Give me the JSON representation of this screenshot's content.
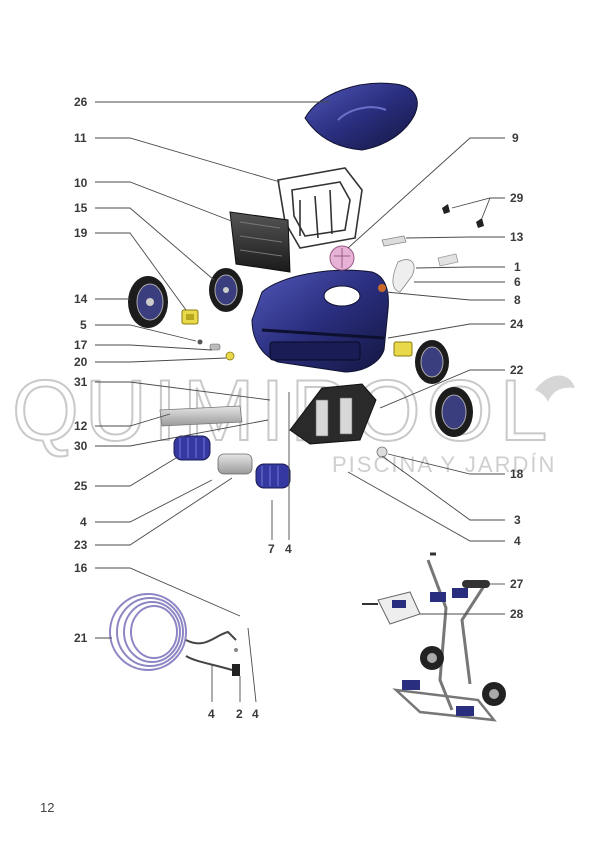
{
  "watermark": {
    "brand": "QUIMIPOOL",
    "tagline": "PISCINA Y JARDÍN"
  },
  "page": {
    "number": "12"
  },
  "colors": {
    "body_blue": "#2a2e7e",
    "dark_blue": "#1a1c55",
    "accent_yellow": "#e8d84a",
    "cable_purple": "#8d86c4"
  },
  "labels": {
    "l26": "26",
    "l11": "11",
    "l10": "10",
    "l15": "15",
    "l19": "19",
    "l14": "14",
    "l5": "5",
    "l17": "17",
    "l20": "20",
    "l31": "31",
    "l12": "12",
    "l30": "30",
    "l25": "25",
    "l4a": "4",
    "l23": "23",
    "l7": "7",
    "l4b": "4",
    "l9": "9",
    "l29": "29",
    "l13": "13",
    "l1": "1",
    "l6": "6",
    "l8": "8",
    "l24": "24",
    "l22": "22",
    "l18": "18",
    "l3": "3",
    "l4c": "4",
    "l16": "16",
    "l21": "21",
    "l4d": "4",
    "l2": "2",
    "l4e": "4",
    "l27": "27",
    "l28": "28"
  }
}
